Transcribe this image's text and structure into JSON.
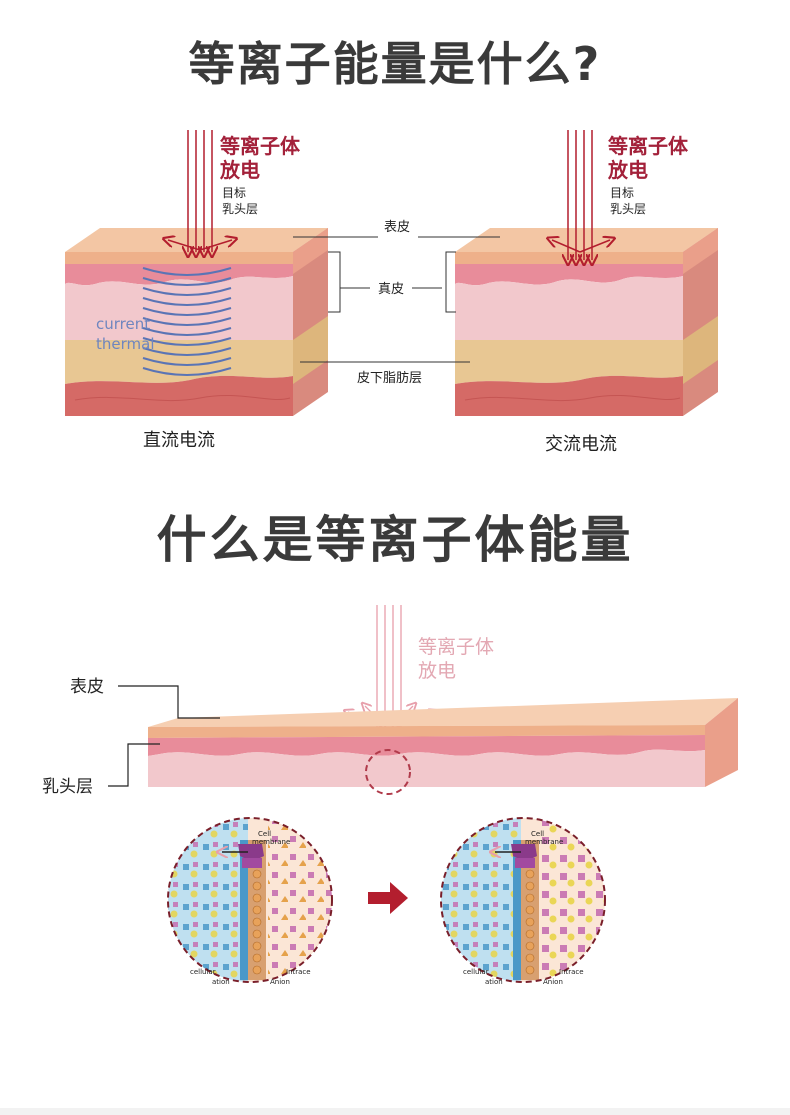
{
  "titles": {
    "top": "等离子能量是什么?",
    "middle": "什么是等离子体能量"
  },
  "diagram_top": {
    "plasma_label_line1": "等离子体",
    "plasma_label_line2": "放电",
    "target_line1": "目标",
    "target_line2": "乳头层",
    "layer_labels": {
      "epidermis": "表皮",
      "dermis": "真皮",
      "subcutaneous": "皮下脂肪层"
    },
    "current_label_line1": "current",
    "current_label_line2": "thermal",
    "left_caption": "直流电流",
    "right_caption": "交流电流"
  },
  "diagram_bottom": {
    "plasma_label_line1": "等离子体",
    "plasma_label_line2": "放电",
    "epidermis_label": "表皮",
    "papillary_label": "乳头层",
    "cell_labels": {
      "membrane_line1": "Cell",
      "membrane_line2": "membrane",
      "extracellular": "cellular",
      "intracellular": "Intrace",
      "cation": "ation",
      "anion": "Anion"
    }
  },
  "colors": {
    "title": "#3a3a3a",
    "plasma_label": "#a3213a",
    "plasma_label_faded": "#e3a8b3",
    "arrow": "#b31e2e",
    "epidermis": "#eeb08a",
    "dermis": "#f2c8cc",
    "papillary": "#e88c9a",
    "fat": "#e8c793",
    "muscle": "#d56a66",
    "current_blue": "#5a74b5",
    "dashed_ring": "#b03a4a"
  }
}
